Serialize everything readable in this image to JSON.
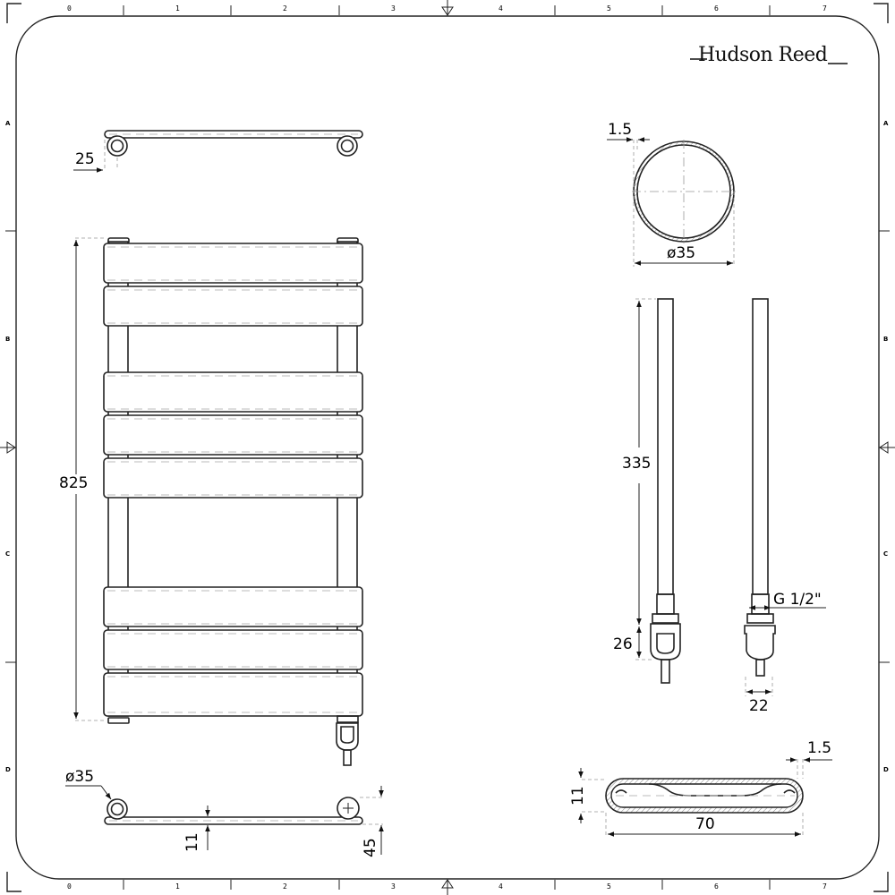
{
  "brand": {
    "logo_text": "Hudson Reed"
  },
  "frame": {
    "columns": [
      "0",
      "1",
      "2",
      "3",
      "4",
      "5",
      "6",
      "7"
    ],
    "rows": [
      "A",
      "B",
      "C",
      "D"
    ]
  },
  "views": {
    "top_view": {
      "dim_offset": "25"
    },
    "front_view": {
      "dim_height": "825",
      "bar_count": 8
    },
    "bottom_view": {
      "dim_pipe": "ø35",
      "dim_bar": "11",
      "dim_depth": "45"
    },
    "pipe_section": {
      "dim_wall": "1.5",
      "dim_diameter": "ø35"
    },
    "heating_element": {
      "dim_length": "335",
      "dim_head": "26",
      "dim_thread": "G 1/2\"",
      "dim_width": "22"
    },
    "bar_section": {
      "dim_wall": "1.5",
      "dim_height": "11",
      "dim_width": "70"
    }
  }
}
